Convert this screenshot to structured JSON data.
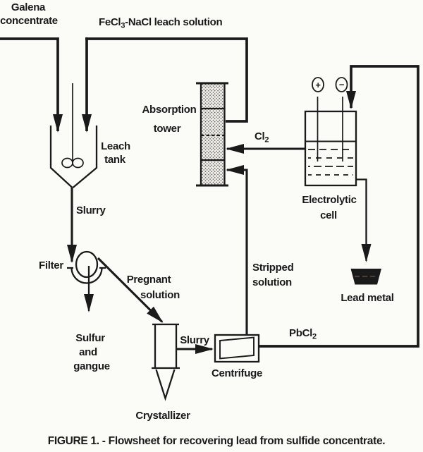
{
  "colors": {
    "ink": "#1a1a1a",
    "paper": "#fbfbf8"
  },
  "caption": "FIGURE 1. - Flowsheet for recovering lead from sulfide concentrate.",
  "labels": {
    "galena_line1": "Galena",
    "galena_line2": "concentrate",
    "leach_solution_pre": "FeCl",
    "leach_solution_sub": "3",
    "leach_solution_post": "-NaCl leach solution",
    "leach_tank_line1": "Leach",
    "leach_tank_line2": "tank",
    "slurry_to_filter": "Slurry",
    "filter": "Filter",
    "sulfur_line1": "Sulfur",
    "sulfur_line2": "and",
    "sulfur_line3": "gangue",
    "pregnant_line1": "Pregnant",
    "pregnant_line2": "solution",
    "crystallizer": "Crystallizer",
    "slurry_to_centrifuge": "Slurry",
    "centrifuge": "Centrifuge",
    "absorption_line1": "Absorption",
    "absorption_line2": "tower",
    "cl2_pre": "Cl",
    "cl2_sub": "2",
    "stripped_line1": "Stripped",
    "stripped_line2": "solution",
    "pbcl2_pre": "PbCl",
    "pbcl2_sub": "2",
    "electrolytic_line1": "Electrolytic",
    "electrolytic_line2": "cell",
    "lead_metal": "Lead metal",
    "anode_symbol": "+",
    "cathode_symbol": "−"
  }
}
